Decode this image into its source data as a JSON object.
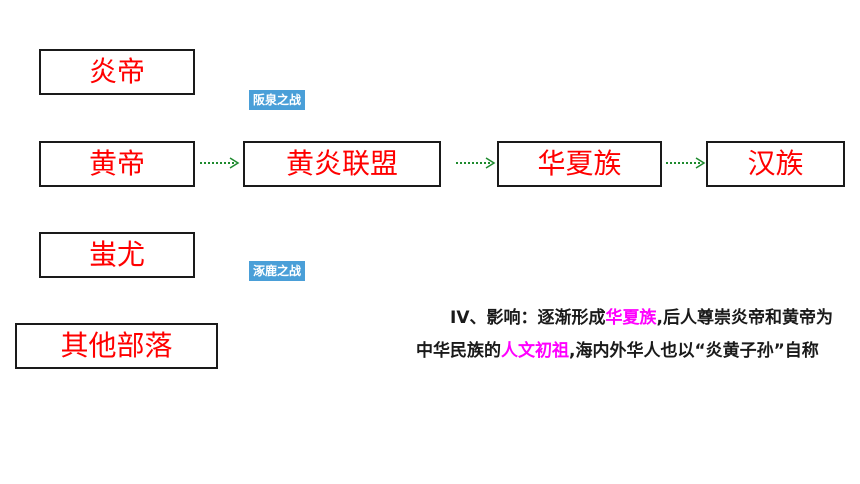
{
  "nodes": {
    "yandi": "炎帝",
    "huangdi": "黄帝",
    "chiyou": "蚩尤",
    "others": "其他部落",
    "alliance": "黄炎联盟",
    "huaxia": "华夏族",
    "han": "汉族"
  },
  "tags": {
    "banquan": "阪泉之战",
    "zhuolu": "涿鹿之战"
  },
  "influence": {
    "prefix": "IV、影响：逐渐形成",
    "hl1": "华夏族",
    "mid": ",后人尊崇炎帝和黄帝为中华民族的",
    "hl2": "人文初祖",
    "suffix": ",海内外华人也以“炎黄子孙”自称"
  },
  "colors": {
    "node_text": "#ff0000",
    "highlight": "#ff00ff",
    "arrow": "#1e8a2e",
    "tag_bg": "#4a9fd8"
  }
}
